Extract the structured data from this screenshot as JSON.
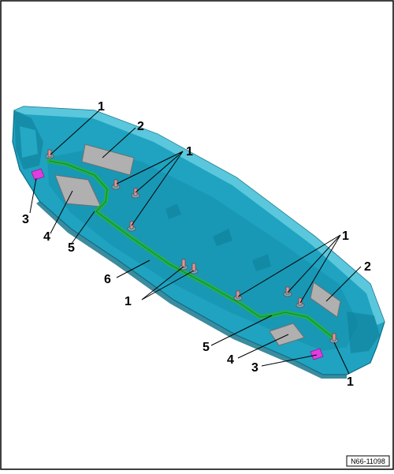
{
  "diagram": {
    "reference_code": "N66-11098",
    "callouts": {
      "c1_top": "1",
      "c2_top": "2",
      "c1_mid": "1",
      "c3_left": "3",
      "c4_left": "4",
      "c5_left": "5",
      "c6": "6",
      "c1_lower": "1",
      "c1_right_top": "1",
      "c2_right": "2",
      "c5_right": "5",
      "c4_right": "4",
      "c3_right": "3",
      "c1_bottom": "1"
    },
    "colors": {
      "housing": "#1fa3c0",
      "housing_light": "#6fd3e6",
      "housing_dark": "#0f7f99",
      "seal_strip": "#22b14c",
      "pad": "#b0b0b0",
      "clip": "#e23ce0",
      "pin": "#d69a9a"
    }
  }
}
